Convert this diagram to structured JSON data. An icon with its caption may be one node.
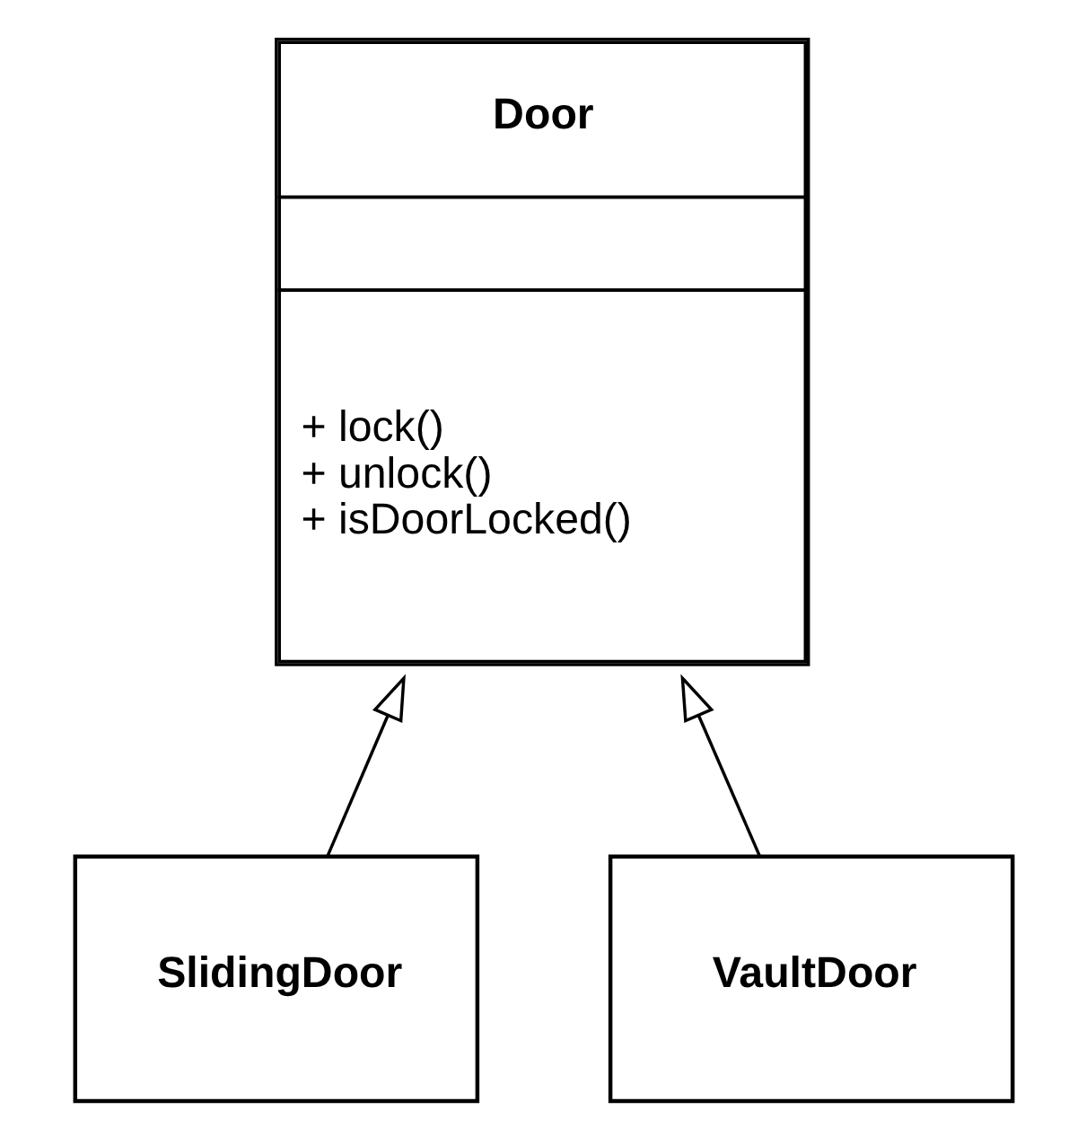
{
  "diagram": {
    "nodes": [
      {
        "text": [
          "Door",
          "+ lock()",
          "+ unlock()",
          "+ isDoorLocked()"
        ]
      },
      {
        "text": [
          "SlidingDoor"
        ]
      },
      {
        "text": [
          "VaultDoor"
        ]
      }
    ],
    "edges": [
      {
        "from": 1,
        "to": 0,
        "arrow": "to"
      },
      {
        "from": 2,
        "to": 0,
        "arrow": "to"
      }
    ]
  }
}
